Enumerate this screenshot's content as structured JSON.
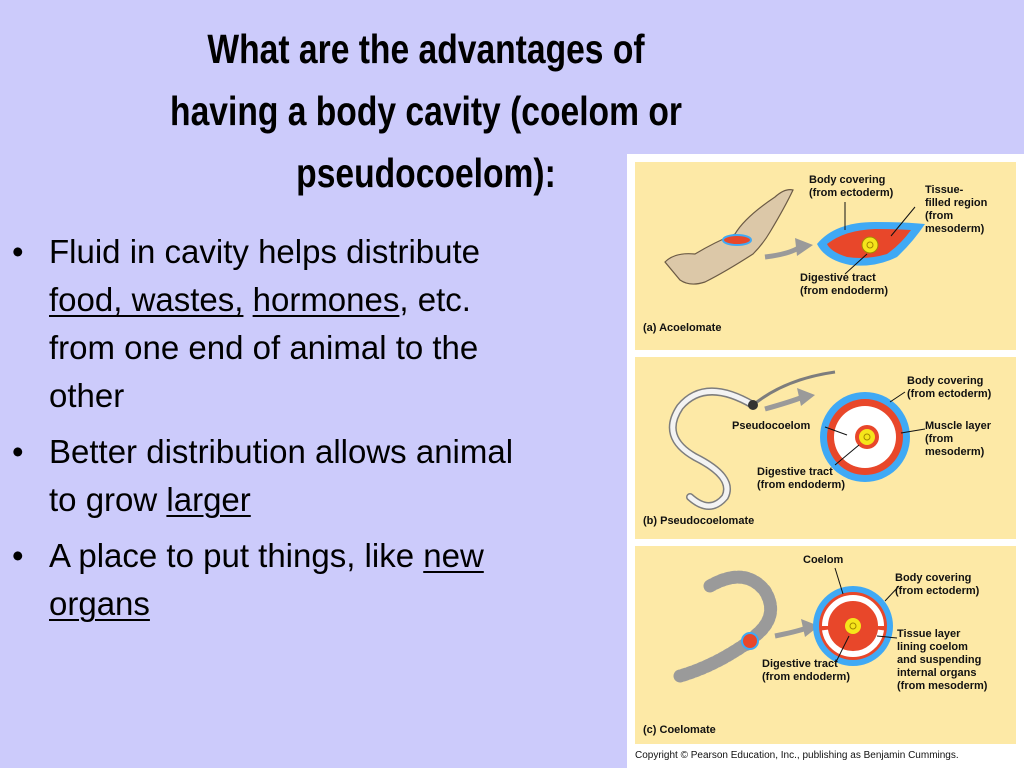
{
  "slide": {
    "title_lines": [
      "What are the advantages of",
      "having a body cavity (coelom or",
      "pseudocoelom):"
    ],
    "bullets": [
      {
        "pre": "Fluid in cavity helps distribute ",
        "u1": "food, wastes,",
        "mid": " ",
        "u2": "hormones",
        "post": ", etc. from one end of animal to the other"
      },
      {
        "pre": "Better distribution allows animal to grow ",
        "u1": "larger",
        "post": ""
      },
      {
        "pre": "A place to put things, like ",
        "u1": "new organs",
        "post": ""
      }
    ]
  },
  "figure": {
    "panel_a": {
      "caption": "(a) Acoelomate",
      "body_covering": [
        "Body covering",
        "(from ectoderm)"
      ],
      "tissue_filled": [
        "Tissue-",
        "filled region",
        "(from",
        "mesoderm)"
      ],
      "digestive": [
        "Digestive tract",
        "(from endoderm)"
      ]
    },
    "panel_b": {
      "caption": "(b) Pseudocoelomate",
      "body_covering": [
        "Body covering",
        "(from ectoderm)"
      ],
      "muscle": [
        "Muscle layer",
        "(from",
        "mesoderm)"
      ],
      "pseudocoelom": "Pseudocoelom",
      "digestive": [
        "Digestive tract",
        "(from endoderm)"
      ]
    },
    "panel_c": {
      "caption": "(c) Coelomate",
      "coelom": "Coelom",
      "body_covering": [
        "Body covering",
        "(from ectoderm)"
      ],
      "tissue_layer": [
        "Tissue layer",
        "lining coelom",
        "and suspending",
        "internal organs",
        "(from mesoderm)"
      ],
      "digestive": [
        "Digestive tract",
        "(from endoderm)"
      ]
    },
    "copyright": "Copyright © Pearson Education, Inc., publishing as Benjamin Cummings."
  },
  "colors": {
    "background": "#cccbfb",
    "panel": "#fde9a6",
    "ectoderm": "#3fa9f5",
    "mesoderm": "#e8472a",
    "endoderm": "#f5e51b"
  }
}
